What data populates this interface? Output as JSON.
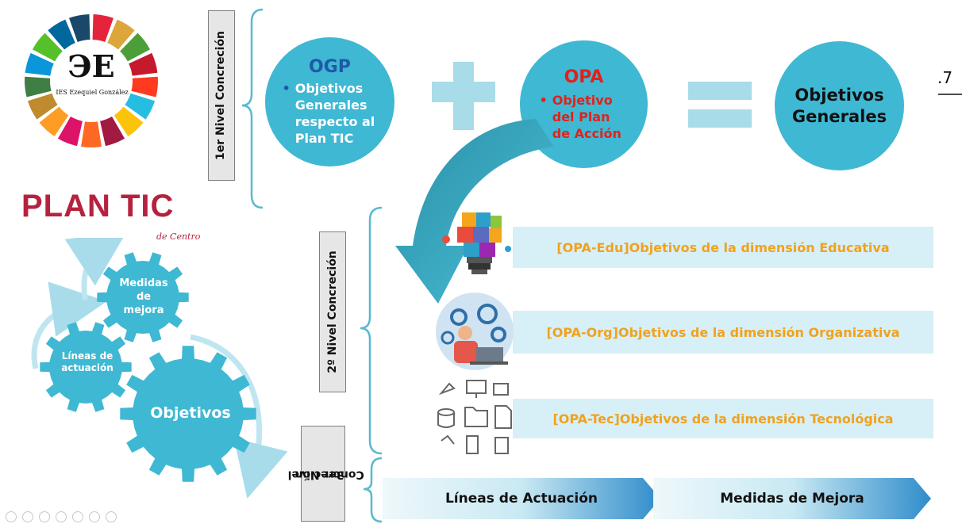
{
  "logo": {
    "school_name": "IES Ezequiel González",
    "monogram": "ЭE"
  },
  "plan": {
    "title": "PLAN TIC",
    "subtitle": "de Centro"
  },
  "gears": {
    "top": "Medidas\nde\nmejora",
    "left": "Líneas de\nactuación",
    "main": "Objetivos"
  },
  "levels": {
    "first": "1er Nivel Concreción",
    "second": "2º Nivel Concreción",
    "third_line1": "3er Nivel",
    "third_line2": "Concreción"
  },
  "equation": {
    "ogp_title": "OGP",
    "ogp_text": "Objetivos Generales respecto al Plan TIC",
    "opa_title": "OPA",
    "opa_text": "Objetivo del Plan de Acción",
    "result": "Objetivos Generales"
  },
  "corner_text": ".7",
  "dimensions": [
    {
      "code": "[OPA-Edu]",
      "text": " Objetivos de la dimensión Educativa"
    },
    {
      "code": "[OPA-Org]",
      "text": " Objetivos de la dimensión Organizativa"
    },
    {
      "code": "[OPA-Tec]",
      "text": " Objetivos de la dimensión Tecnológica"
    }
  ],
  "bottom": {
    "left": "Líneas de Actuación",
    "right": "Medidas de Mejora"
  },
  "icons": [
    "prev-icon",
    "next-icon",
    "pen-icon",
    "slides-icon",
    "zoom-icon",
    "subtitles-icon",
    "more-icon"
  ],
  "colors": {
    "teal": "#3fb8d3",
    "ogp_title": "#1f5aa6",
    "opa_red": "#e2211c",
    "plan_title": "#b5223f",
    "dimension_text": "#f1a21c",
    "band_bg": "#d7eff7"
  }
}
